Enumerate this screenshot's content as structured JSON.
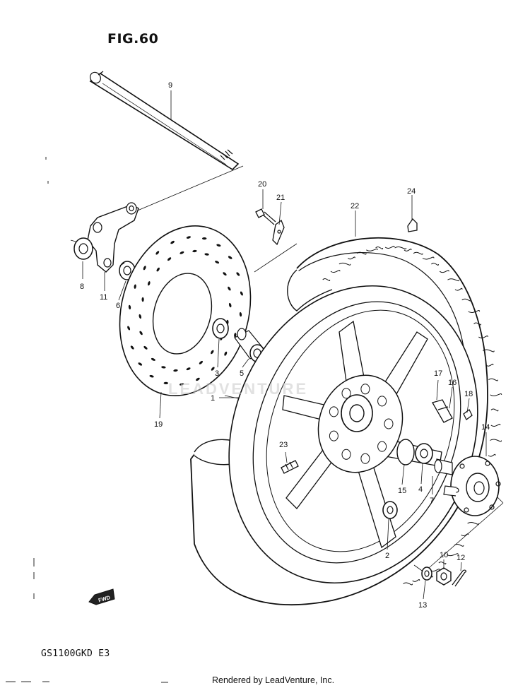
{
  "figure_title": "FIG.60",
  "model_code": "GS1100GKD E3",
  "footer_credit": "Rendered by LeadVenture, Inc.",
  "watermark_text": "LEADVENTURE",
  "fwd_label": "FWD",
  "callouts": [
    "1",
    "2",
    "3",
    "4",
    "5",
    "6",
    "7",
    "8",
    "9",
    "10",
    "11",
    "12",
    "13",
    "14",
    "15",
    "16",
    "17",
    "18",
    "19",
    "20",
    "21",
    "22",
    "23",
    "24"
  ]
}
